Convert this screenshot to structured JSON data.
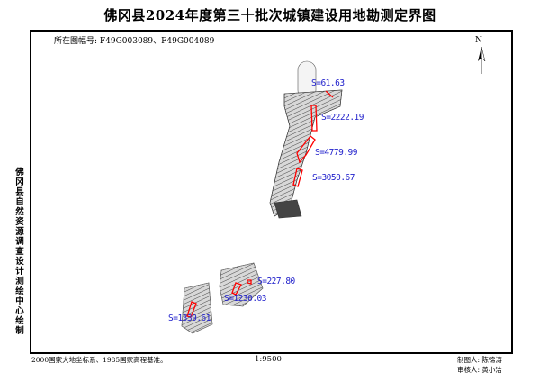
{
  "title": "佛冈县2024年度第三十批次城镇建设用地勘测定界图",
  "sheet_numbers": "所在图幅号: F49G003089、F49G004089",
  "north_label": "N",
  "side_text": "佛冈县自然资源调查设计测绘中心绘制",
  "footer": {
    "coordinate_system": "2000国家大地坐标系、1985国家高程基准。",
    "scale": "1:9500",
    "drawn_by": "制图人: 陈锦涛",
    "checked_by": "审核人: 黄小洁"
  },
  "parcel_labels": [
    "S=61.63",
    "S=2222.19",
    "S=4779.99",
    "S=3050.67",
    "S=227.80",
    "S=1230.03",
    "S=1339.61"
  ],
  "colors": {
    "parcel_outline": "#ff0000",
    "area_label": "#2222cc"
  }
}
